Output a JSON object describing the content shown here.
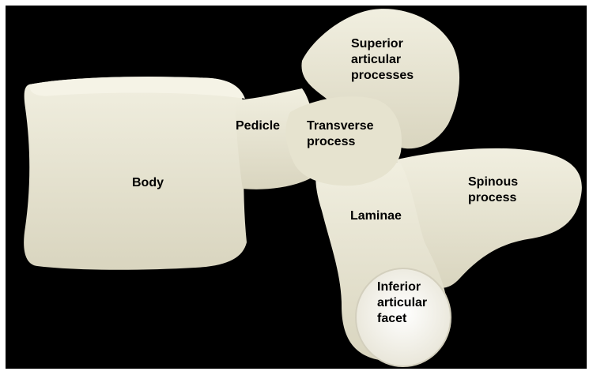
{
  "labels": {
    "body": "Body",
    "pedicle": "Pedicle",
    "transverse_process": [
      "Transverse",
      "process"
    ],
    "superior_articular_processes": [
      "Superior",
      "articular",
      "processes"
    ],
    "spinous_process": [
      "Spinous",
      "process"
    ],
    "laminae": "Laminae",
    "inferior_articular_facet": [
      "Inferior",
      "articular",
      "facet"
    ]
  },
  "colors": {
    "background": "#000000",
    "bone": "#ecead8",
    "bone_shade": "#d6d2bd",
    "facet": "#f7f6f1",
    "text": "#000000"
  }
}
